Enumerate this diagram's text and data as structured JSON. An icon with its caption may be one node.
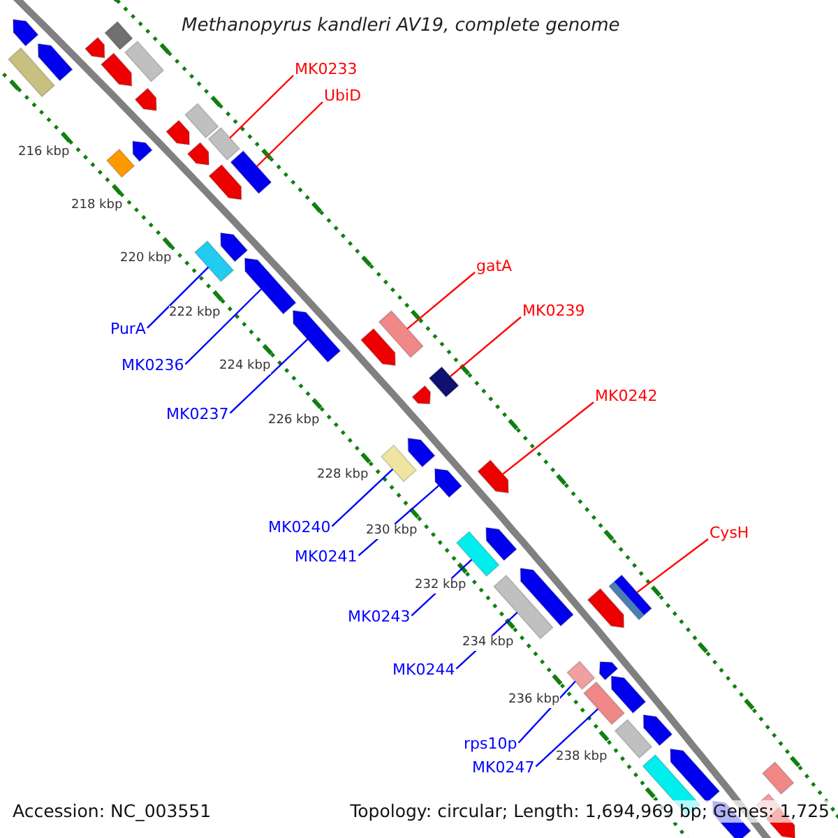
{
  "diagram": {
    "title": "Methanopyrus kandleri AV19, complete genome",
    "nodes": [
      {
        "text": [
          "MK0233"
        ]
      },
      {
        "text": [
          "UbiD"
        ]
      },
      {
        "text": [
          "gatA"
        ]
      },
      {
        "text": [
          "MK0239"
        ]
      },
      {
        "text": [
          "MK0242"
        ]
      },
      {
        "text": [
          "CysH"
        ]
      },
      {
        "text": [
          "PurA"
        ]
      },
      {
        "text": [
          "MK0236"
        ]
      },
      {
        "text": [
          "MK0237"
        ]
      },
      {
        "text": [
          "MK0240"
        ]
      },
      {
        "text": [
          "MK0241"
        ]
      },
      {
        "text": [
          "MK0243"
        ]
      },
      {
        "text": [
          "MK0244"
        ]
      },
      {
        "text": [
          "rps10p"
        ]
      },
      {
        "text": [
          "MK0247"
        ]
      },
      {
        "text": [],
        "shape": "pentagon"
      },
      {
        "text": [],
        "shape": "box"
      },
      {
        "text": [],
        "shape": "pentagon"
      },
      {
        "text": [],
        "shape": "pentagon"
      },
      {
        "text": [],
        "shape": "box"
      },
      {
        "text": [],
        "shape": "pentagon"
      },
      {
        "text": [],
        "shape": "box"
      },
      {
        "text": [],
        "shape": "pentagon"
      },
      {
        "text": [],
        "shape": "box"
      },
      {
        "text": [],
        "shape": "pentagon"
      },
      {
        "text": [],
        "shape": "pentagon"
      },
      {
        "text": [],
        "shape": "box"
      },
      {
        "text": [],
        "shape": "pentagon"
      },
      {
        "text": [],
        "shape": "box"
      },
      {
        "text": [],
        "shape": "pentagon"
      },
      {
        "text": [],
        "shape": "box"
      },
      {
        "text": [],
        "shape": "pentagon"
      },
      {
        "text": [],
        "shape": "box"
      },
      {
        "text": [],
        "shape": "pentagon"
      },
      {
        "text": [],
        "shape": "pentagon"
      },
      {
        "text": [],
        "shape": "pentagon"
      },
      {
        "text": [],
        "shape": "box"
      },
      {
        "text": [],
        "shape": "pentagon"
      },
      {
        "text": [],
        "shape": "box"
      },
      {
        "text": [],
        "shape": "box"
      },
      {
        "text": [],
        "shape": "pentagon"
      },
      {
        "text": [],
        "shape": "pentagon"
      },
      {
        "text": [],
        "shape": "pentagon"
      },
      {
        "text": [],
        "shape": "box"
      },
      {
        "text": [],
        "shape": "pentagon"
      },
      {
        "text": [],
        "shape": "box"
      },
      {
        "text": [],
        "shape": "pentagon"
      },
      {
        "text": [],
        "shape": "pentagon"
      },
      {
        "text": [],
        "shape": "box"
      },
      {
        "text": [],
        "shape": "box"
      },
      {
        "text": [],
        "shape": "pentagon"
      },
      {
        "text": [],
        "shape": "box"
      },
      {
        "text": [],
        "shape": "pentagon"
      },
      {
        "text": [],
        "shape": "box"
      },
      {
        "text": [],
        "shape": "pentagon"
      },
      {
        "text": [],
        "shape": "box"
      },
      {
        "text": [],
        "shape": "pentagon"
      },
      {
        "text": [],
        "shape": "pentagon"
      },
      {
        "text": [],
        "shape": "box"
      },
      {
        "text": [],
        "shape": "box"
      },
      {
        "text": [],
        "shape": "pentagon"
      }
    ],
    "edges": [
      {
        "from": 0,
        "to": 28,
        "arrow": "none",
        "color": "#ff0000"
      },
      {
        "from": 1,
        "to": 30,
        "arrow": "none",
        "color": "#ff0000"
      },
      {
        "from": 2,
        "to": 36,
        "arrow": "none",
        "color": "#ff0000"
      },
      {
        "from": 3,
        "to": 38,
        "arrow": "none",
        "color": "#ff0000"
      },
      {
        "from": 4,
        "to": 42,
        "arrow": "none",
        "color": "#ff0000"
      },
      {
        "from": 5,
        "to": 48,
        "arrow": "none",
        "color": "#ff0000"
      },
      {
        "from": 6,
        "to": 32,
        "arrow": "none"
      },
      {
        "from": 7,
        "to": 33,
        "arrow": "none"
      },
      {
        "from": 8,
        "to": 34,
        "arrow": "none"
      },
      {
        "from": 9,
        "to": 39,
        "arrow": "none"
      },
      {
        "from": 10,
        "to": 41,
        "arrow": "none"
      },
      {
        "from": 11,
        "to": 43,
        "arrow": "none"
      },
      {
        "from": 12,
        "to": 45,
        "arrow": "none"
      },
      {
        "from": 13,
        "to": 49,
        "arrow": "none"
      },
      {
        "from": 14,
        "to": 51,
        "arrow": "none"
      }
    ],
    "labels": [
      "216 kbp",
      "218 kbp",
      "220 kbp",
      "222 kbp",
      "224 kbp",
      "226 kbp",
      "228 kbp",
      "230 kbp",
      "232 kbp",
      "234 kbp",
      "236 kbp",
      "238 kbp",
      "Accession: NC_003551",
      "Topology: circular; Length: 1,694,969 bp; Genes: 1,725"
    ]
  }
}
